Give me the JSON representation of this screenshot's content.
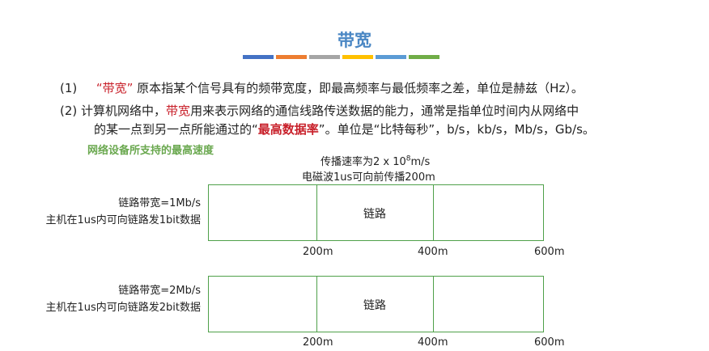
{
  "title": "带宽",
  "accent_bars": [
    "#4472c4",
    "#ed7d31",
    "#a5a5a5",
    "#ffc000",
    "#5b9bd5",
    "#70ad47"
  ],
  "item1": {
    "num": "(1)",
    "q_open": "“",
    "term": "带宽",
    "q_close": "”",
    "rest": "原本指某个信号具有的频带宽度，即最高频率与最低频率之差，单位是赫兹（Hz）。"
  },
  "item2": {
    "num": "(2)",
    "p1": "计算机网络中，",
    "term": "带宽",
    "p2": "用来表示网络的通信线路传送数据的能力，通常是指单位时间内从网络中",
    "l2a": "的某一点到另一点所能通过的“",
    "term2": "最高数据率",
    "l2b": "”。单位是“比特每秒”，b/s，kb/s，Mb/s，Gb/s。"
  },
  "subhead": "网络设备所支持的最高速度",
  "speed_base": "传播速率为2 x 10",
  "speed_exp": "8",
  "speed_unit": "m/s",
  "em_line": "电磁波1us可向前传播200m",
  "diagram1": {
    "label1": "链路带宽=1Mb/s",
    "label2": "主机在1us内可向链路发1bit数据",
    "link": "链路",
    "ticks": [
      "200m",
      "400m",
      "600m"
    ]
  },
  "diagram2": {
    "label1": "链路带宽=2Mb/s",
    "label2": "主机在1us内可向链路发2bit数据",
    "link": "链路",
    "ticks": [
      "200m",
      "400m",
      "600m"
    ]
  }
}
